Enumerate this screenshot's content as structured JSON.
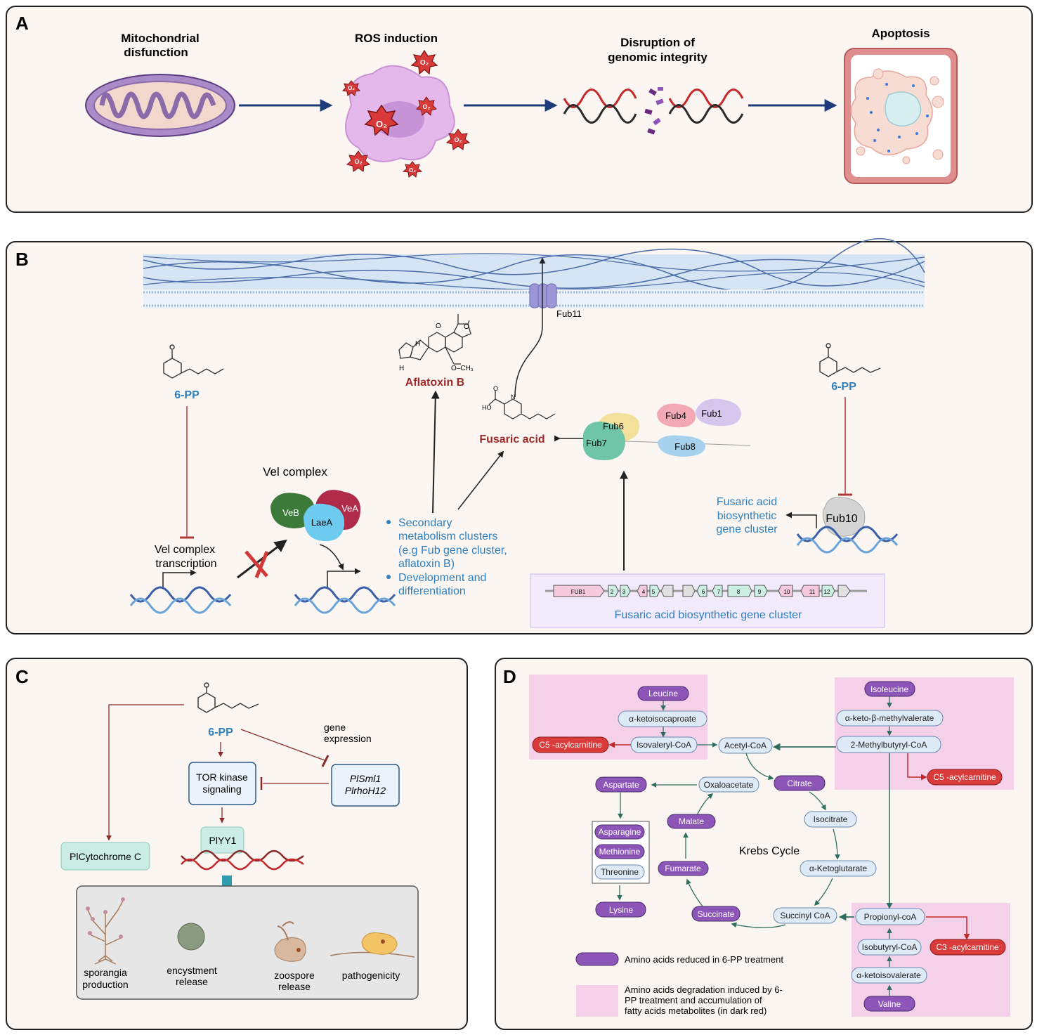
{
  "panel_a": {
    "letter": "A",
    "mito_label": [
      "Mitochondrial",
      "disfunction"
    ],
    "ros_label": "ROS induction",
    "genomic_label": [
      "Disruption  of",
      "genomic integrity"
    ],
    "apoptosis_label": "Apoptosis",
    "o2": "O₂"
  },
  "panel_b": {
    "letter": "B",
    "fub11": "Fub11",
    "pp_left": "6-PP",
    "pp_right": "6-PP",
    "aflatoxin": "Aflatoxin B",
    "ch3": "O–CH₃",
    "ho": "HO",
    "n": "N",
    "h": "H",
    "o": "O",
    "fusaric_acid": "Fusaric acid",
    "vel_complex": "Vel complex",
    "veb": "VeB",
    "vea": "VeA",
    "laea": "LaeA",
    "vel_transcription": [
      "Vel complex",
      "transcription"
    ],
    "bullets": [
      [
        "Secondary",
        "metabolism clusters",
        "(e.g Fub gene cluster,",
        "aflatoxin B)"
      ],
      [
        "Development and",
        "differentiation"
      ]
    ],
    "fub": [
      "Fub6",
      "Fub4",
      "Fub1",
      "Fub7",
      "Fub8"
    ],
    "fub10": "Fub10",
    "cluster_side": [
      "Fusaric acid",
      "biosynthetic",
      "gene cluster"
    ],
    "cluster_caption": "Fusaric acid biosynthetic gene cluster",
    "genes": [
      "FUB1",
      "2",
      "3",
      "4",
      "5",
      "6",
      "7",
      "8",
      "9",
      "10",
      "11",
      "12"
    ]
  },
  "panel_c": {
    "letter": "C",
    "pp": "6-PP",
    "gene_expression": [
      "gene",
      "expression"
    ],
    "tor": [
      "TOR kinase",
      "signaling"
    ],
    "plsml": [
      "PlSml1",
      "PlrhoH12"
    ],
    "plyy1": "PlYY1",
    "plcyt": "PlCytochrome C",
    "outcomes": [
      [
        "sporangia",
        "production"
      ],
      [
        "encystment",
        "release"
      ],
      [
        "zoospore",
        "release"
      ],
      [
        "pathogenicity"
      ]
    ]
  },
  "panel_d": {
    "letter": "D",
    "leucine": "Leucine",
    "ketoisocaproate": "α-ketoisocaproate",
    "isovaleryl": "Isovaleryl-CoA",
    "c5_left": "C5 -acylcarnitine",
    "acetyl": "Acetyl-CoA",
    "isoleucine": "Isoleucine",
    "keto_methylvalerate": "α-keto-β-methylvalerate",
    "methylbutyryl": "2-Methylbutyryl-CoA",
    "c5_right": "C5 -acylcarnitine",
    "aspartate": "Aspartate",
    "oxaloacetate": "Oxaloacetate",
    "citrate": "Citrate",
    "asparagine": "Asparagine",
    "methionine": "Methionine",
    "threonine": "Threonine",
    "lysine": "Lysine",
    "malate": "Malate",
    "isocitrate": "Isocitrate",
    "krebs": "Krebs Cycle",
    "fumarate": "Fumarate",
    "ketoglutarate": "α-Ketoglutarate",
    "succinate": "Succinate",
    "succinyl": "Succinyl CoA",
    "propionyl": "Propionyl-coA",
    "isobutyryl": "Isobutyryl-CoA",
    "c3": "C3 -acylcarnitine",
    "ketoisovalerate": "α-ketoisovalerate",
    "valine": "Valine",
    "legend_purple": "Amino acids reduced in 6-PP treatment",
    "legend_pink": [
      "Amino acids degradation induced by 6-",
      "PP treatment and accumulation  of",
      "fatty acids metabolites  (in dark red)"
    ]
  },
  "colors": {
    "purple_pill": "#8e55b8",
    "light_pill": "#deeaf6",
    "red_pill": "#d93a3a",
    "pink_region": "#f5d0e9",
    "teal_arrow": "#2e6e5e",
    "dark_red": "#8a2a2a",
    "blue_text": "#2f7fbf",
    "navy_arrow": "#1f3c7a"
  }
}
